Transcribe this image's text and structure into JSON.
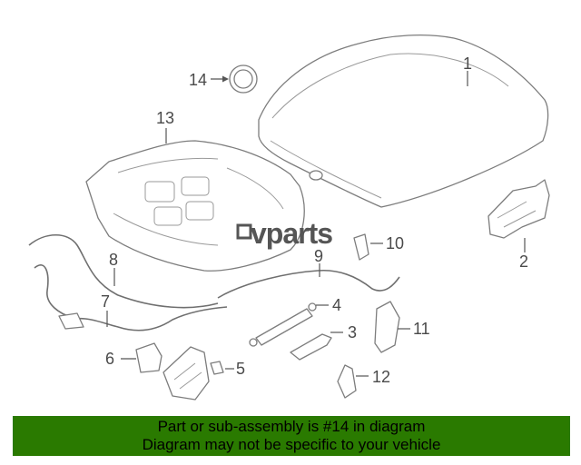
{
  "diagram": {
    "callouts": [
      "1",
      "2",
      "3",
      "4",
      "5",
      "6",
      "7",
      "8",
      "9",
      "10",
      "11",
      "12",
      "13",
      "14"
    ],
    "watermark": "vparts",
    "highlight_part": "14"
  },
  "footer": {
    "line1": "Part or sub-assembly is #14 in diagram",
    "line2": "Diagram may not be specific to your vehicle",
    "background": "#2a7a00"
  }
}
